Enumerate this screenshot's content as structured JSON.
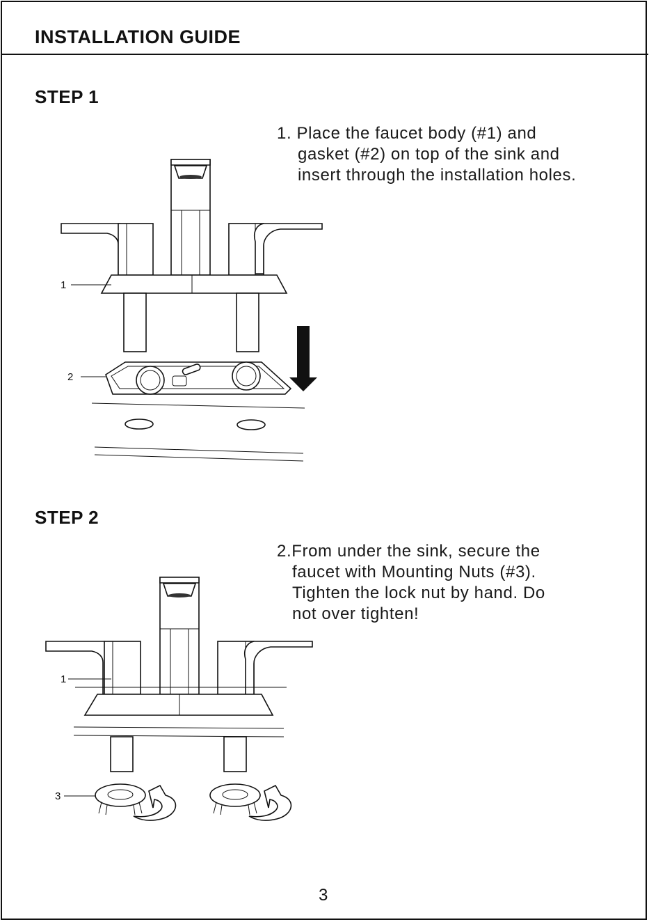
{
  "header": {
    "title": "INSTALLATION GUIDE"
  },
  "steps": [
    {
      "title": "STEP 1",
      "lines": [
        "1. Place the faucet body (#1) and",
        "gasket (#2) on top of the sink and",
        "insert through the installation holes."
      ],
      "callouts": [
        "1",
        "2"
      ]
    },
    {
      "title": "STEP 2",
      "lines": [
        "2.From under the sink, secure the",
        "faucet with Mounting Nuts (#3).",
        "Tighten the lock nut by hand. Do",
        "not over tighten!"
      ],
      "callouts": [
        "1",
        "3"
      ]
    }
  ],
  "footer": {
    "page_number": "3"
  }
}
